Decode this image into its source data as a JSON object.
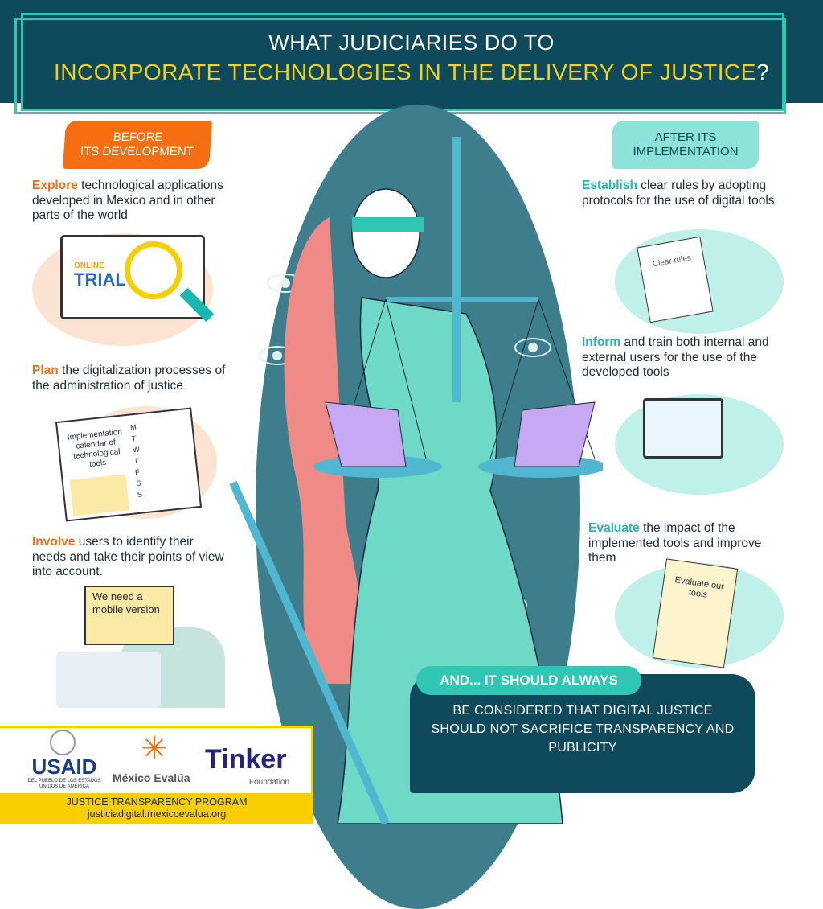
{
  "title": {
    "line1": "WHAT JUDICIARIES DO TO",
    "line2": "INCORPORATE TECHNOLOGIES IN THE DELIVERY OF JUSTICE",
    "line2_end": "?"
  },
  "colors": {
    "dark_teal": "#0e4a5c",
    "teal": "#2fc7b3",
    "orange": "#f56f12",
    "yellow": "#f7ce00"
  },
  "before": {
    "badge": [
      "BEFORE",
      "ITS DEVELOPMENT"
    ],
    "items": [
      {
        "keyword": "Explore",
        "text": " technological applications developed in Mexico and in other parts of the world"
      },
      {
        "keyword": "Plan",
        "text": " the digitalization processes of the administration of justice"
      },
      {
        "keyword": "Involve",
        "text": " users to identify their needs and take their points of view into account."
      }
    ],
    "monitor": {
      "line1": "ONLINE",
      "line2": "TRIAL"
    },
    "calendar": {
      "title": "Implementation calendar of technological tools",
      "days": [
        "M",
        "T",
        "W",
        "T",
        "F",
        "S",
        "S"
      ]
    },
    "speech": "We need a mobile version"
  },
  "after": {
    "badge": [
      "AFTER ITS",
      "IMPLEMENTATION"
    ],
    "items": [
      {
        "keyword": "Establish",
        "text": "  clear rules by adopting protocols for the use of digital tools"
      },
      {
        "keyword": "Inform",
        "text": " and train both internal and external users for the use of the developed tools"
      },
      {
        "keyword": "Evaluate",
        "text": " the impact of the implemented tools and improve them"
      }
    ],
    "doc_label": "Clear rules",
    "clipboard_label": "Evaluate our tools"
  },
  "conclusion": {
    "pill": "AND... IT SHOULD ALWAYS",
    "text": "BE CONSIDERED THAT DIGITAL JUSTICE SHOULD NOT SACRIFICE TRANSPARENCY AND PUBLICITY"
  },
  "footer": {
    "logos": {
      "usaid": "USAID",
      "usaid_sub": "DEL PUEBLO DE LOS ESTADOS UNIDOS DE AMÉRICA",
      "mexico_evalua": "México Evalúa",
      "tinker": "Tinker",
      "tinker_sub": "Foundation"
    },
    "program": "JUSTICE TRANSPARENCY PROGRAM",
    "url": "justiciadigital.mexicoevalua.org"
  }
}
